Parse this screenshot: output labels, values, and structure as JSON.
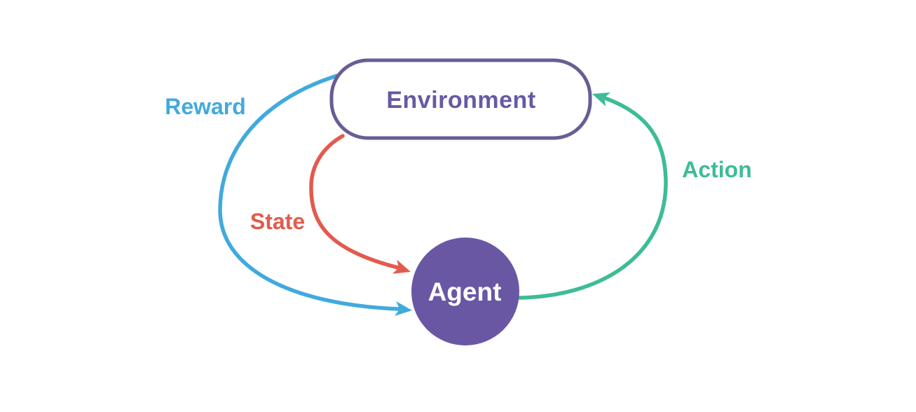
{
  "diagram": {
    "type": "reinforcement-learning-cycle",
    "nodes": {
      "environment": {
        "label": "Environment",
        "shape": "rounded-rect"
      },
      "agent": {
        "label": "Agent",
        "shape": "circle"
      }
    },
    "edges": {
      "reward": {
        "label": "Reward",
        "from": "Environment",
        "to": "Agent"
      },
      "state": {
        "label": "State",
        "from": "Environment",
        "to": "Agent"
      },
      "action": {
        "label": "Action",
        "from": "Agent",
        "to": "Environment"
      }
    }
  },
  "colors": {
    "background": "#FFFFFF",
    "reward_blue": "#41AADC",
    "state_red": "#E25B4D",
    "action_green": "#3DBC97",
    "node_purple_fill": "#6957A4",
    "node_border_purple": "#685D94",
    "environment_text": "#665AA3",
    "agent_text": "#FFFFFF"
  }
}
